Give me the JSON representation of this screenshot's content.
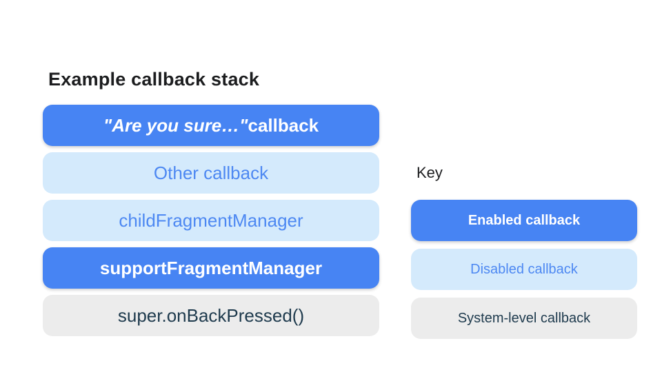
{
  "title": "Example callback stack",
  "key_title": "Key",
  "colors": {
    "enabled_bg": "#4784F3",
    "enabled_text": "#FFFFFF",
    "disabled_bg": "#D4EAFC",
    "disabled_text": "#4D88F2",
    "system_bg": "#ECECEC",
    "system_text": "#1E3A4D",
    "title_text": "#1C1D1F"
  },
  "stack": [
    {
      "type": "enabled",
      "label_italic": "\"Are you sure…\"",
      "label_rest": " callback"
    },
    {
      "type": "disabled",
      "label": "Other callback"
    },
    {
      "type": "disabled",
      "label": "childFragmentManager"
    },
    {
      "type": "enabled",
      "label": "supportFragmentManager"
    },
    {
      "type": "system",
      "label": "super.onBackPressed()"
    }
  ],
  "key": [
    {
      "type": "enabled",
      "label": "Enabled callback"
    },
    {
      "type": "disabled",
      "label": "Disabled callback"
    },
    {
      "type": "system",
      "label": "System-level callback"
    }
  ]
}
